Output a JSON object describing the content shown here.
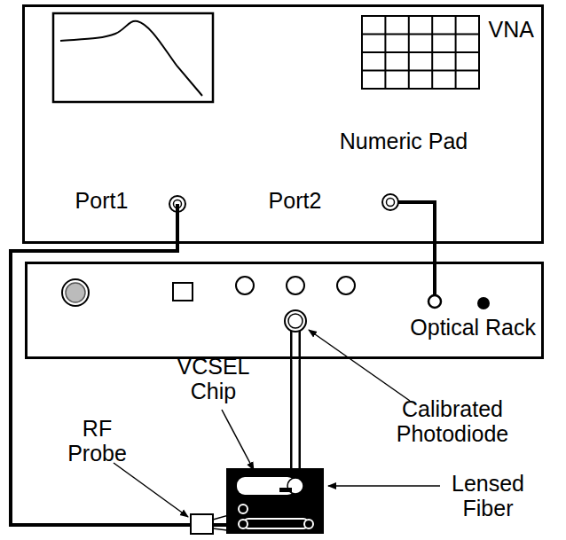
{
  "diagram": {
    "nodes": [
      {
        "text": [
          "VNA"
        ]
      },
      {
        "text": [
          "Optical Rack"
        ]
      },
      {
        "text": [
          "VCSEL Chip"
        ]
      }
    ],
    "edges": [
      {
        "from": 0,
        "to": 2,
        "arrow": "none"
      },
      {
        "from": 0,
        "to": 1,
        "arrow": "none"
      },
      {
        "from": 1,
        "to": 2,
        "arrow": "none"
      }
    ],
    "labels": [
      "Numeric Pad",
      "Port1",
      "Port2",
      "RF Probe",
      "Calibrated Photodiode",
      "Lensed Fiber"
    ]
  }
}
